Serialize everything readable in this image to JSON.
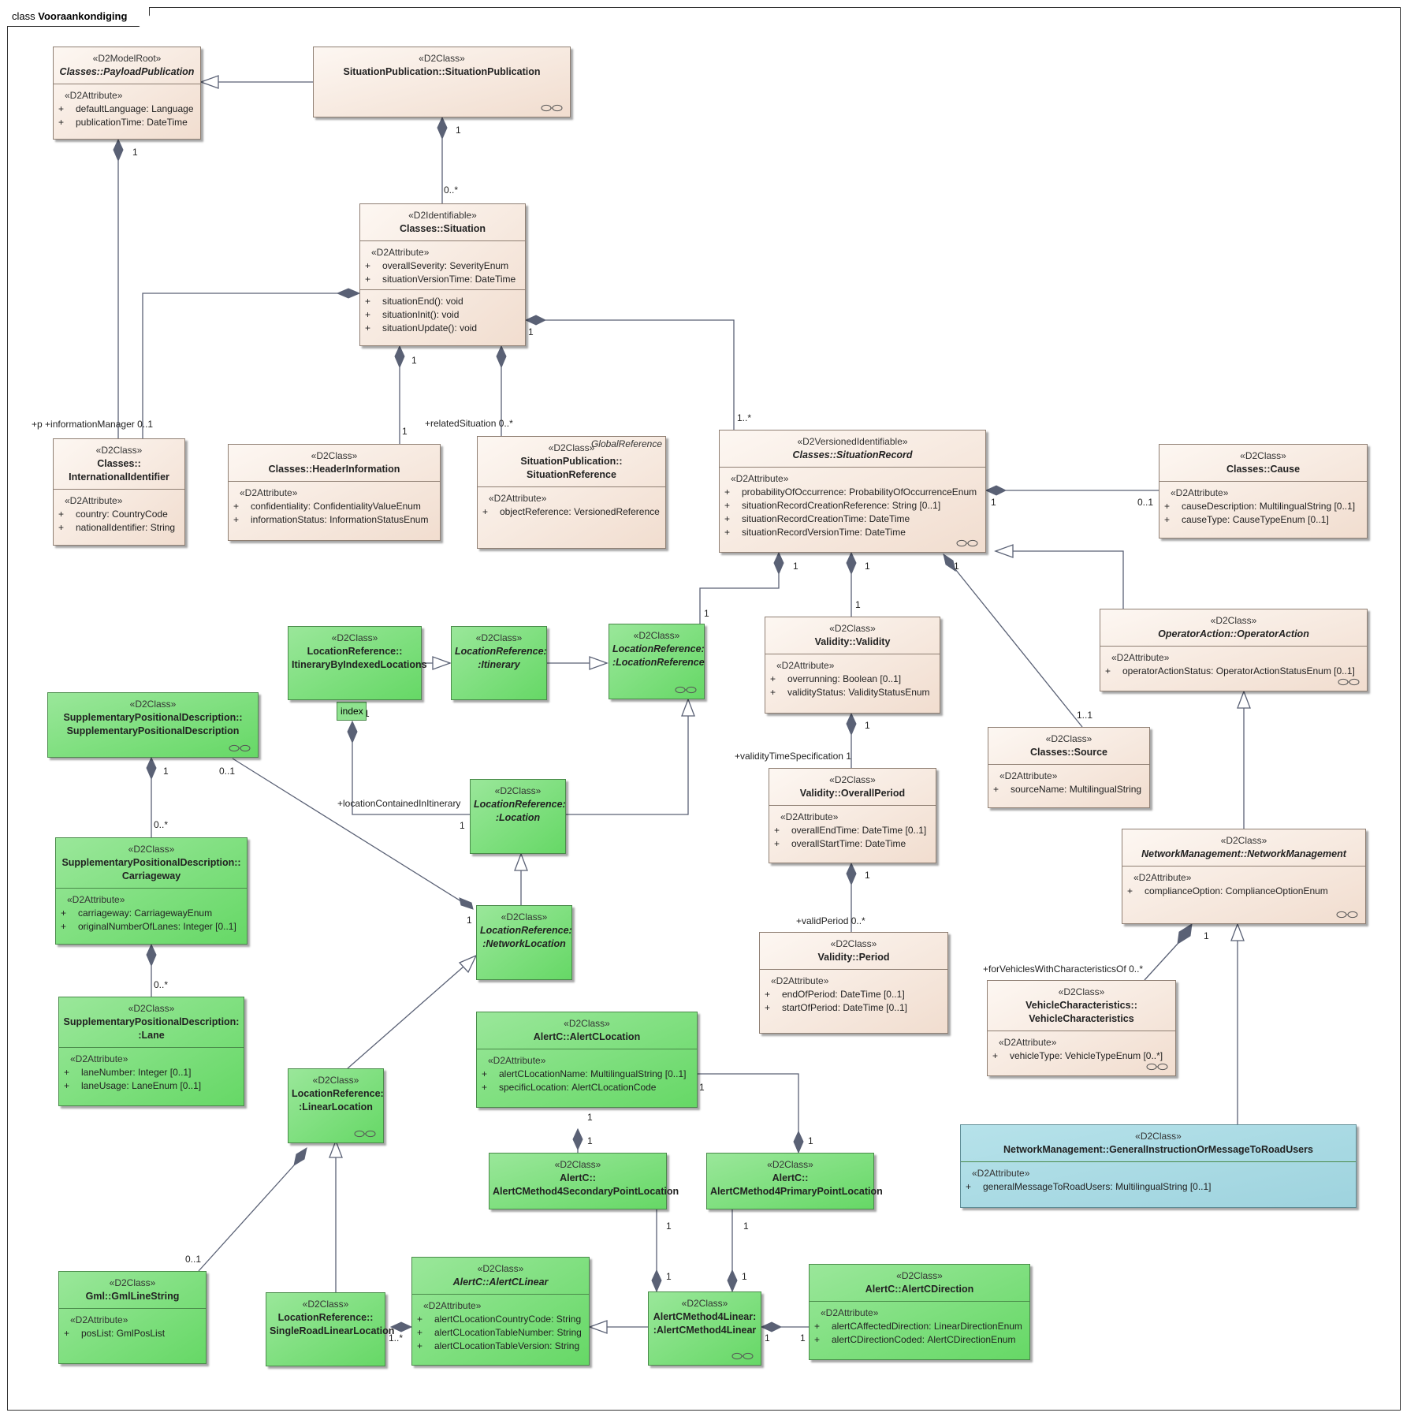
{
  "frame": {
    "kind": "class",
    "name": "Vooraankondiging"
  },
  "classes": {
    "payload": {
      "stereotype": "«D2ModelRoot»",
      "name": "Classes::PayloadPublication",
      "comp_stereotype": "«D2Attribute»",
      "attrs": [
        {
          "v": "+",
          "n": "defaultLanguage:",
          "t": "Language"
        },
        {
          "v": "+",
          "n": "publicationTime:",
          "t": "DateTime"
        }
      ]
    },
    "situationPublication": {
      "stereotype": "«D2Class»",
      "name": "SituationPublication::SituationPublication"
    },
    "situation": {
      "stereotype": "«D2Identifiable»",
      "name": "Classes::Situation",
      "comp_stereotype": "«D2Attribute»",
      "attrs": [
        {
          "v": "+",
          "n": "overallSeverity:",
          "t": "SeverityEnum"
        },
        {
          "v": "+",
          "n": "situationVersionTime:",
          "t": "DateTime"
        }
      ],
      "ops": [
        {
          "v": "+",
          "n": "situationEnd():",
          "t": "void"
        },
        {
          "v": "+",
          "n": "situationInit():",
          "t": "void"
        },
        {
          "v": "+",
          "n": "situationUpdate():",
          "t": "void"
        }
      ]
    },
    "intlId": {
      "stereotype": "«D2Class»",
      "name": "Classes::\nInternationalIdentifier",
      "comp_stereotype": "«D2Attribute»",
      "attrs": [
        {
          "v": "+",
          "n": "country:",
          "t": "CountryCode"
        },
        {
          "v": "+",
          "n": "nationalIdentifier:",
          "t": "String"
        }
      ]
    },
    "headerInfo": {
      "stereotype": "«D2Class»",
      "name": "Classes::HeaderInformation",
      "comp_stereotype": "«D2Attribute»",
      "attrs": [
        {
          "v": "+",
          "n": "confidentiality:",
          "t": "ConfidentialityValueEnum"
        },
        {
          "v": "+",
          "n": "informationStatus:",
          "t": "InformationStatusEnum"
        }
      ]
    },
    "sitRef": {
      "corner": "GlobalReference",
      "stereotype": "«D2Class»",
      "name": "SituationPublication::\nSituationReference",
      "comp_stereotype": "«D2Attribute»",
      "attrs": [
        {
          "v": "+",
          "n": "objectReference:",
          "t": "VersionedReference"
        }
      ]
    },
    "sitRecord": {
      "stereotype": "«D2VersionedIdentifiable»",
      "name": "Classes::SituationRecord",
      "comp_stereotype": "«D2Attribute»",
      "attrs": [
        {
          "v": "+",
          "n": "probabilityOfOccurrence:",
          "t": "ProbabilityOfOccurrenceEnum"
        },
        {
          "v": "+",
          "n": "situationRecordCreationReference:",
          "t": "String [0..1]"
        },
        {
          "v": "+",
          "n": "situationRecordCreationTime:",
          "t": "DateTime"
        },
        {
          "v": "+",
          "n": "situationRecordVersionTime:",
          "t": "DateTime"
        }
      ]
    },
    "cause": {
      "stereotype": "«D2Class»",
      "name": "Classes::Cause",
      "comp_stereotype": "«D2Attribute»",
      "attrs": [
        {
          "v": "+",
          "n": "causeDescription:",
          "t": "MultilingualString [0..1]"
        },
        {
          "v": "+",
          "n": "causeType:",
          "t": "CauseTypeEnum [0..1]"
        }
      ]
    },
    "itinIndexed": {
      "stereotype": "«D2Class»",
      "name": "LocationReference::\nItineraryByIndexedLocations"
    },
    "itinerary": {
      "stereotype": "«D2Class»",
      "name": "LocationReference:\n:Itinerary"
    },
    "locRef": {
      "stereotype": "«D2Class»",
      "name": "LocationReference:\n:LocationReference"
    },
    "validity": {
      "stereotype": "«D2Class»",
      "name": "Validity::Validity",
      "comp_stereotype": "«D2Attribute»",
      "attrs": [
        {
          "v": "+",
          "n": "overrunning:",
          "t": "Boolean [0..1]"
        },
        {
          "v": "+",
          "n": "validityStatus:",
          "t": "ValidityStatusEnum"
        }
      ]
    },
    "operatorAction": {
      "stereotype": "«D2Class»",
      "name": "OperatorAction::OperatorAction",
      "comp_stereotype": "«D2Attribute»",
      "attrs": [
        {
          "v": "+",
          "n": "operatorActionStatus:",
          "t": "OperatorActionStatusEnum [0..1]"
        }
      ]
    },
    "suppPosDesc": {
      "stereotype": "«D2Class»",
      "name": "SupplementaryPositionalDescription::\nSupplementaryPositionalDescription"
    },
    "location": {
      "stereotype": "«D2Class»",
      "name": "LocationReference:\n:Location"
    },
    "overallPeriod": {
      "stereotype": "«D2Class»",
      "name": "Validity::OverallPeriod",
      "comp_stereotype": "«D2Attribute»",
      "attrs": [
        {
          "v": "+",
          "n": "overallEndTime:",
          "t": "DateTime [0..1]"
        },
        {
          "v": "+",
          "n": "overallStartTime:",
          "t": "DateTime"
        }
      ]
    },
    "source": {
      "stereotype": "«D2Class»",
      "name": "Classes::Source",
      "comp_stereotype": "«D2Attribute»",
      "attrs": [
        {
          "v": "+",
          "n": "sourceName:",
          "t": "MultilingualString"
        }
      ]
    },
    "networkMgmt": {
      "stereotype": "«D2Class»",
      "name": "NetworkManagement::NetworkManagement",
      "comp_stereotype": "«D2Attribute»",
      "attrs": [
        {
          "v": "+",
          "n": "complianceOption:",
          "t": "ComplianceOptionEnum"
        }
      ]
    },
    "carriageway": {
      "stereotype": "«D2Class»",
      "name": "SupplementaryPositionalDescription::\nCarriageway",
      "comp_stereotype": "«D2Attribute»",
      "attrs": [
        {
          "v": "+",
          "n": "carriageway:",
          "t": "CarriagewayEnum"
        },
        {
          "v": "+",
          "n": "originalNumberOfLanes:",
          "t": "Integer [0..1]"
        }
      ]
    },
    "networkLocation": {
      "stereotype": "«D2Class»",
      "name": "LocationReference:\n:NetworkLocation"
    },
    "period": {
      "stereotype": "«D2Class»",
      "name": "Validity::Period",
      "comp_stereotype": "«D2Attribute»",
      "attrs": [
        {
          "v": "+",
          "n": "endOfPeriod:",
          "t": "DateTime [0..1]"
        },
        {
          "v": "+",
          "n": "startOfPeriod:",
          "t": "DateTime [0..1]"
        }
      ]
    },
    "vehicleChar": {
      "stereotype": "«D2Class»",
      "name": "VehicleCharacteristics::\nVehicleCharacteristics",
      "comp_stereotype": "«D2Attribute»",
      "attrs": [
        {
          "v": "+",
          "n": "vehicleType:",
          "t": "VehicleTypeEnum [0..*]"
        }
      ]
    },
    "lane": {
      "stereotype": "«D2Class»",
      "name": "SupplementaryPositionalDescription:\n:Lane",
      "comp_stereotype": "«D2Attribute»",
      "attrs": [
        {
          "v": "+",
          "n": "laneNumber:",
          "t": "Integer [0..1]"
        },
        {
          "v": "+",
          "n": "laneUsage:",
          "t": "LaneEnum [0..1]"
        }
      ]
    },
    "alertCLocation": {
      "stereotype": "«D2Class»",
      "name": "AlertC::AlertCLocation",
      "comp_stereotype": "«D2Attribute»",
      "attrs": [
        {
          "v": "+",
          "n": "alertCLocationName:",
          "t": "MultilingualString [0..1]"
        },
        {
          "v": "+",
          "n": "specificLocation:",
          "t": "AlertCLocationCode"
        }
      ]
    },
    "linearLocation": {
      "stereotype": "«D2Class»",
      "name": "LocationReference:\n:LinearLocation"
    },
    "secondaryPoint": {
      "stereotype": "«D2Class»",
      "name": "AlertC::\nAlertCMethod4SecondaryPointLocation"
    },
    "primaryPoint": {
      "stereotype": "«D2Class»",
      "name": "AlertC::\nAlertCMethod4PrimaryPointLocation"
    },
    "generalInstruction": {
      "stereotype": "«D2Class»",
      "name": "NetworkManagement::GeneralInstructionOrMessageToRoadUsers",
      "comp_stereotype": "«D2Attribute»",
      "attrs": [
        {
          "v": "+",
          "n": "generalMessageToRoadUsers:",
          "t": "MultilingualString [0..1]"
        }
      ]
    },
    "gmlLineString": {
      "stereotype": "«D2Class»",
      "name": "Gml::GmlLineString",
      "comp_stereotype": "«D2Attribute»",
      "attrs": [
        {
          "v": "+",
          "n": "posList:",
          "t": "GmlPosList"
        }
      ]
    },
    "singleRoad": {
      "stereotype": "«D2Class»",
      "name": "LocationReference::\nSingleRoadLinearLocation"
    },
    "alertCLinear": {
      "stereotype": "«D2Class»",
      "name": "AlertC::AlertCLinear",
      "comp_stereotype": "«D2Attribute»",
      "attrs": [
        {
          "v": "+",
          "n": "alertCLocationCountryCode:",
          "t": "String"
        },
        {
          "v": "+",
          "n": "alertCLocationTableNumber:",
          "t": "String"
        },
        {
          "v": "+",
          "n": "alertCLocationTableVersion:",
          "t": "String"
        }
      ]
    },
    "method4Linear": {
      "stereotype": "«D2Class»",
      "name": "AlertCMethod4Linear:\n:AlertCMethod4Linear"
    },
    "alertCDirection": {
      "stereotype": "«D2Class»",
      "name": "AlertC::AlertCDirection",
      "comp_stereotype": "«D2Attribute»",
      "attrs": [
        {
          "v": "+",
          "n": "alertCAffectedDirection:",
          "t": "LinearDirectionEnum"
        },
        {
          "v": "+",
          "n": "alertCDirectionCoded:",
          "t": "AlertCDirectionEnum"
        }
      ]
    }
  },
  "labels": {
    "m1": "1",
    "m2": "0..*",
    "m3": "1",
    "m4": "+p +informationManager 0..1",
    "m5": "1",
    "m6": "1",
    "m7": "+relatedSituation 0..*",
    "m8": "1",
    "m9": "1..*",
    "m10": "1",
    "m11": "0..1",
    "m12": "1",
    "m13": "1",
    "m14": "1",
    "m15": "1",
    "m16": "1",
    "m17": "1..1",
    "m18": "index",
    "m19": "1",
    "m20": "1",
    "m21": "0..1",
    "m22": "1",
    "m23": "+validityTimeSpecification 1",
    "m24": "+locationContainedInItinerary",
    "m25": "1",
    "m26": "0..*",
    "m27": "1",
    "m28": "1",
    "m29": "+validPeriod 0..*",
    "m30": "0..*",
    "m31": "+forVehiclesWithCharacteristicsOf 0..*",
    "m32": "1",
    "m33": "1",
    "m34": "1",
    "m35": "1",
    "m36": "0..1",
    "m37": "1",
    "m38": "1",
    "m39": "1",
    "m40": "1",
    "m41": "1..*",
    "m42": "1",
    "m43": "1"
  },
  "colors": {
    "beige": "#f3e4d8",
    "green": "#7ee07e",
    "blue": "#a6d8e2",
    "line": "#5a6175"
  }
}
